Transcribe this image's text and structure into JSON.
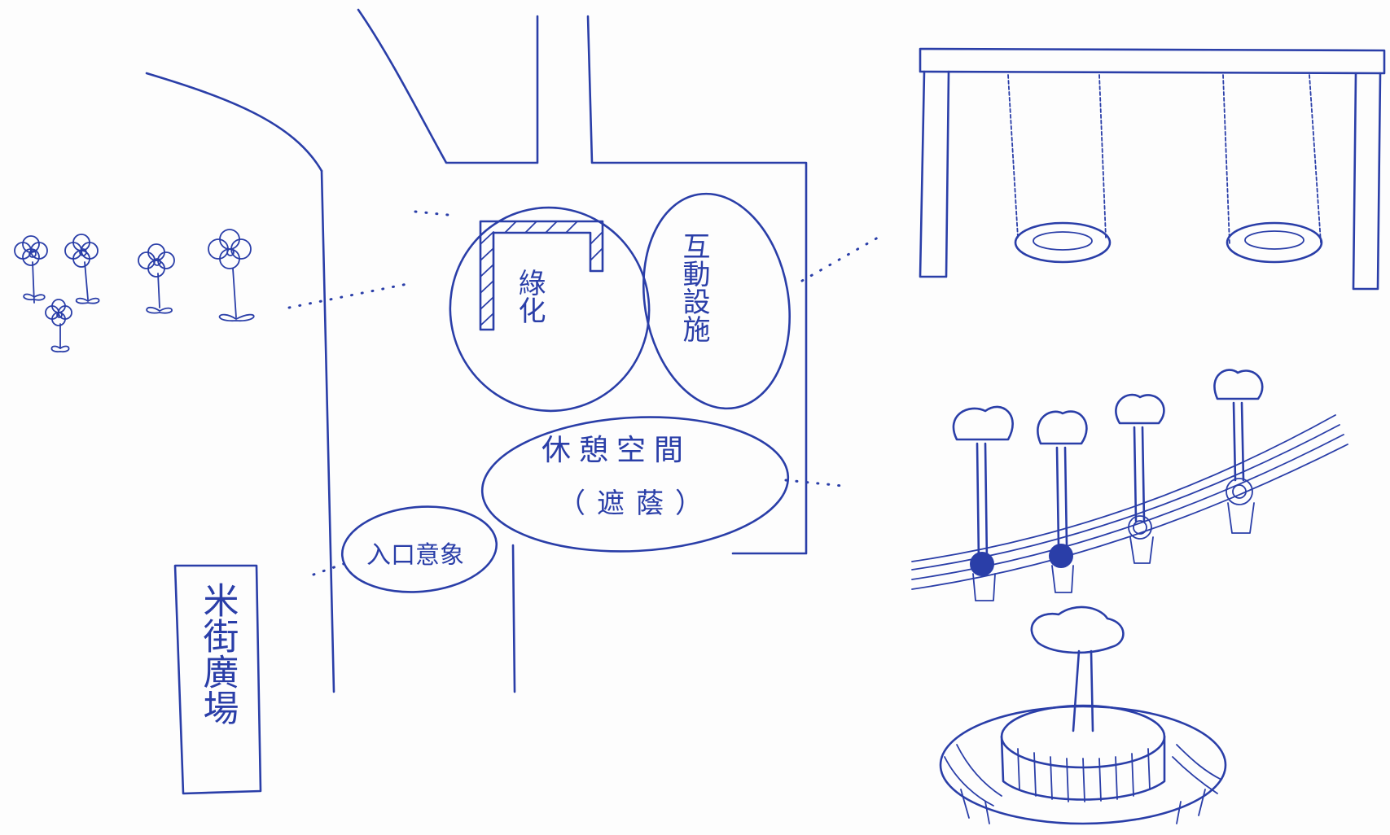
{
  "labels": {
    "greening": "綠化",
    "interactive_facility": "互動設施",
    "rest_space": "休憩空間",
    "shade": "（遮蔭）",
    "rice_street_plaza": "米街廣場",
    "entrance_image": "入口意象"
  },
  "colors": {
    "ink": "#2a3ea8",
    "paper": "#fdfdfd"
  }
}
